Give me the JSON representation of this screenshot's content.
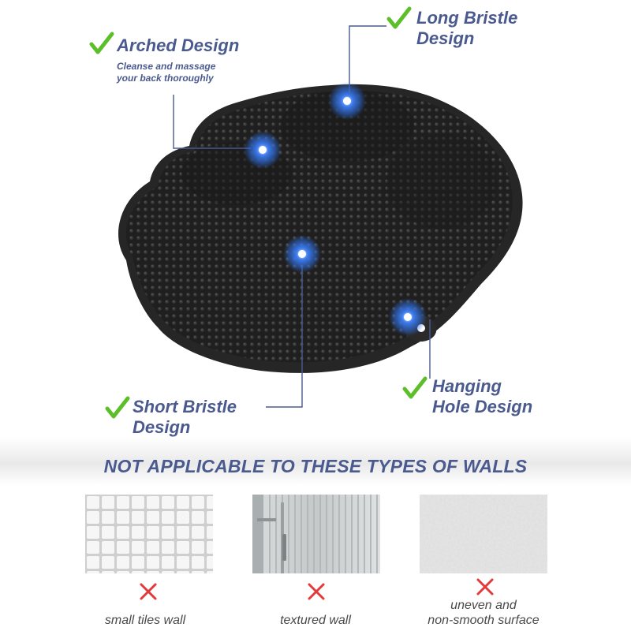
{
  "features": {
    "arched": {
      "title": "Arched Design",
      "subtitle_line1": "Cleanse and massage",
      "subtitle_line2": "your back thoroughly"
    },
    "long": {
      "line1": "Long Bristle",
      "line2": "Design"
    },
    "short": {
      "line1": "Short Bristle",
      "line2": "Design"
    },
    "hanging": {
      "line1": "Hanging",
      "line2": "Hole Design"
    }
  },
  "walls": {
    "heading": "NOT APPLICABLE TO THESE TYPES OF WALLS",
    "items": [
      {
        "line1": "small tiles wall",
        "line2": ""
      },
      {
        "line1": "textured wall",
        "line2": ""
      },
      {
        "line1": "uneven and",
        "line2": "non-smooth surface"
      }
    ]
  },
  "icons": {
    "check": "check-icon",
    "cross": "cross-icon",
    "hotspot": "hotspot-icon"
  },
  "colors": {
    "label_blue": "#4a5a8f",
    "check_green": "#5cbf2a",
    "cross_red": "#e23a3a",
    "brush_black": "#1e1e1e",
    "hotspot_blue": "#2e6fe0"
  }
}
